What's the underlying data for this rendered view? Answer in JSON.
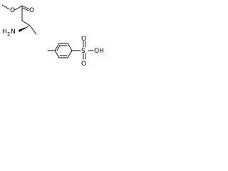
{
  "molecule_1": {
    "atoms": {
      "ester_oxygen": "O",
      "carbonyl_oxygen": "O",
      "amine_nitrogen_h": "H",
      "amine_nitrogen_sub": "2",
      "amine_nitrogen_n": "N"
    }
  },
  "molecule_2": {
    "atoms": {
      "sulfur": "S",
      "oxygen_top": "O",
      "oxygen_bottom": "O",
      "hydroxyl": "OH"
    }
  },
  "colors": {
    "line": "#000000",
    "background": "#ffffff"
  }
}
